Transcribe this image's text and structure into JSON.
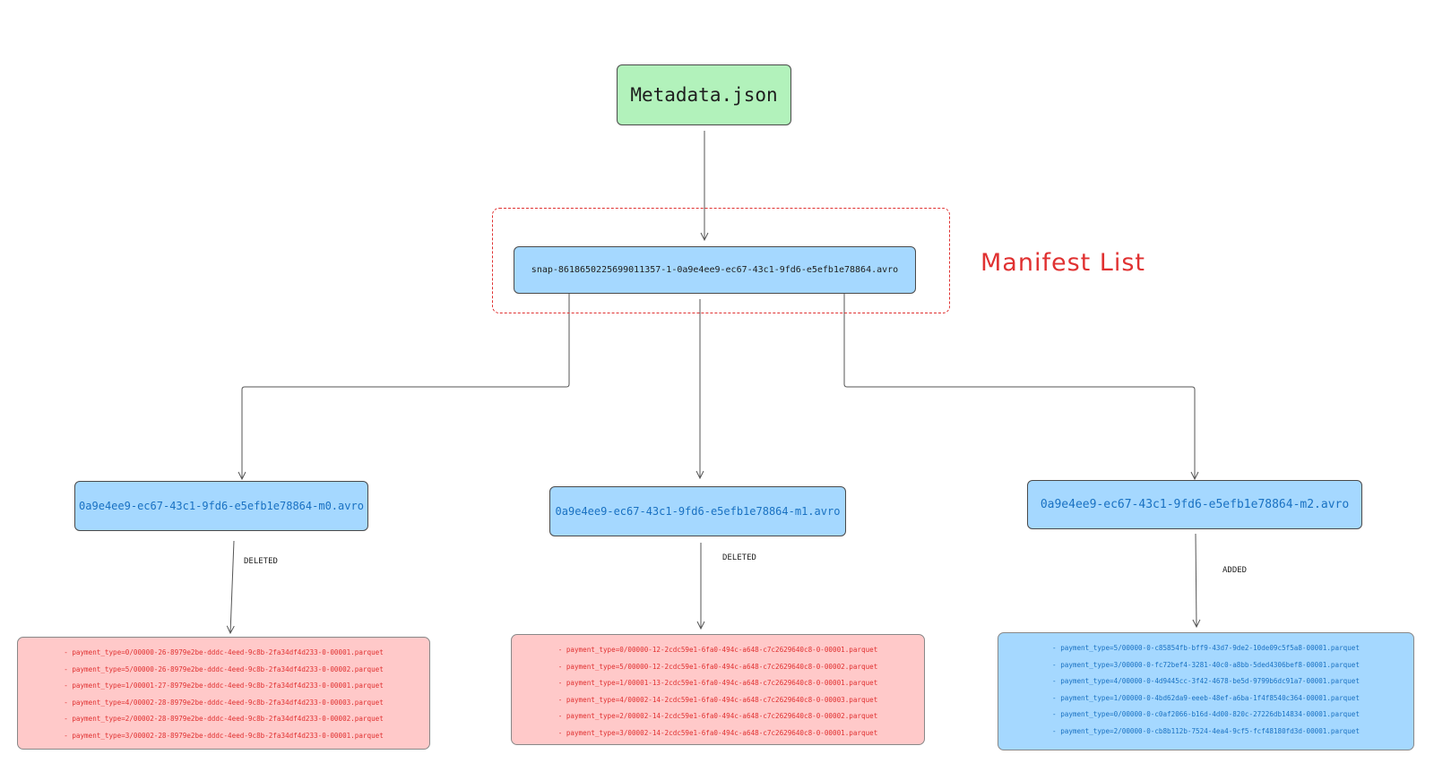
{
  "diagram": {
    "metadata": {
      "label": "Metadata.json"
    },
    "manifest_list": {
      "label": "Manifest List",
      "snapshot": "snap-8618650225699011357-1-0a9e4ee9-ec67-43c1-9fd6-e5efb1e78864.avro"
    },
    "manifests": [
      {
        "label": "0a9e4ee9-ec67-43c1-9fd6-e5efb1e78864-m0.avro",
        "status": "DELETED",
        "files": [
          "- payment_type=0/00000-26-8979e2be-dddc-4eed-9c8b-2fa34df4d233-0-00001.parquet",
          "- payment_type=5/00000-26-8979e2be-dddc-4eed-9c8b-2fa34df4d233-0-00002.parquet",
          "- payment_type=1/00001-27-8979e2be-dddc-4eed-9c8b-2fa34df4d233-0-00001.parquet",
          "- payment_type=4/00002-28-8979e2be-dddc-4eed-9c8b-2fa34df4d233-0-00003.parquet",
          "- payment_type=2/00002-28-8979e2be-dddc-4eed-9c8b-2fa34df4d233-0-00002.parquet",
          "- payment_type=3/00002-28-8979e2be-dddc-4eed-9c8b-2fa34df4d233-0-00001.parquet"
        ]
      },
      {
        "label": "0a9e4ee9-ec67-43c1-9fd6-e5efb1e78864-m1.avro",
        "status": "DELETED",
        "files": [
          "- payment_type=0/00000-12-2cdc59e1-6fa0-494c-a648-c7c2629640c8-0-00001.parquet",
          "- payment_type=5/00000-12-2cdc59e1-6fa0-494c-a648-c7c2629640c8-0-00002.parquet",
          "- payment_type=1/00001-13-2cdc59e1-6fa0-494c-a648-c7c2629640c8-0-00001.parquet",
          "- payment_type=4/00002-14-2cdc59e1-6fa0-494c-a648-c7c2629640c8-0-00003.parquet",
          "- payment_type=2/00002-14-2cdc59e1-6fa0-494c-a648-c7c2629640c8-0-00002.parquet",
          "- payment_type=3/00002-14-2cdc59e1-6fa0-494c-a648-c7c2629640c8-0-00001.parquet"
        ]
      },
      {
        "label": "0a9e4ee9-ec67-43c1-9fd6-e5efb1e78864-m2.avro",
        "status": "ADDED",
        "files": [
          "- payment_type=5/00000-0-c85854fb-bff9-43d7-9de2-10de09c5f5a8-00001.parquet",
          "- payment_type=3/00000-0-fc72bef4-3281-40c0-a8bb-5ded4306bef8-00001.parquet",
          "- payment_type=4/00000-0-4d9445cc-3f42-4678-be5d-9799b6dc91a7-00001.parquet",
          "- payment_type=1/00000-0-4bd62da9-eeeb-48ef-a6ba-1f4f8540c364-00001.parquet",
          "- payment_type=0/00000-0-c0af2066-b16d-4d00-820c-27226db14834-00001.parquet",
          "- payment_type=2/00000-0-cb8b112b-7524-4ea4-9cf5-fcf48180fd3d-00001.parquet"
        ]
      }
    ]
  },
  "colors": {
    "metadata_fill": "#b2f2bb",
    "manifest_fill": "#a5d8ff",
    "manifest_text": "#1971c2",
    "deleted_fill": "#ffc9c9",
    "deleted_text": "#e03131",
    "frame_stroke": "#e03131"
  }
}
